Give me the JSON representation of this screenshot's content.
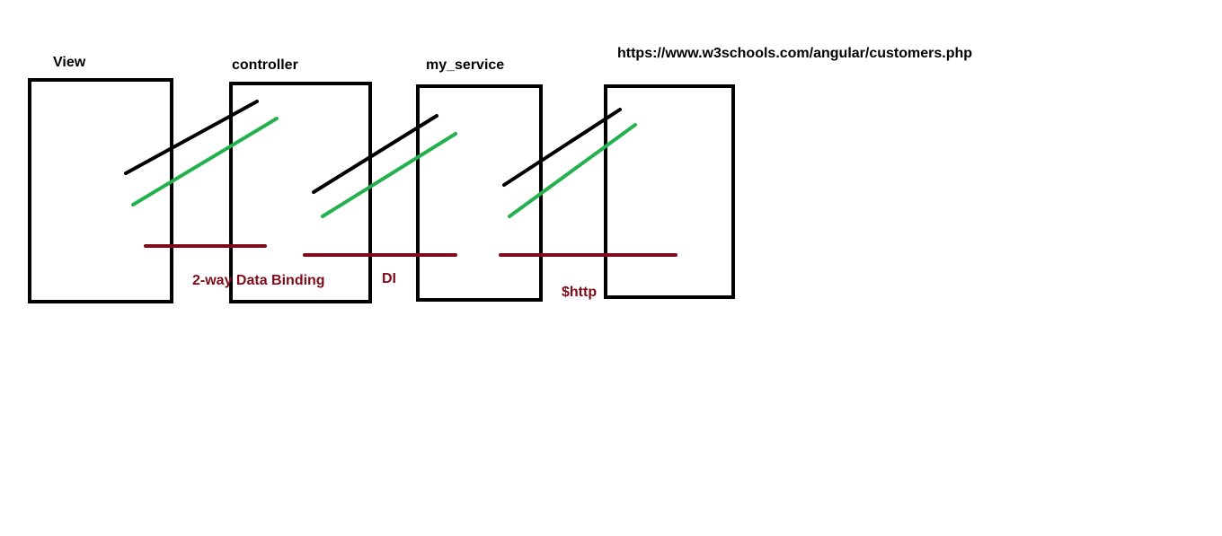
{
  "colors": {
    "box_stroke": "#000000",
    "arrow_black": "#000000",
    "arrow_green": "#22b14c",
    "connector": "#7f0a1a",
    "label": "#000000"
  },
  "boxes": [
    {
      "label": "View"
    },
    {
      "label": "controller"
    },
    {
      "label": "my_service"
    },
    {
      "label": ""
    }
  ],
  "connections": [
    {
      "label": "2-way Data Binding"
    },
    {
      "label": "DI"
    },
    {
      "label": "$http"
    }
  ],
  "url": "https://www.w3schools.com/angular/customers.php"
}
